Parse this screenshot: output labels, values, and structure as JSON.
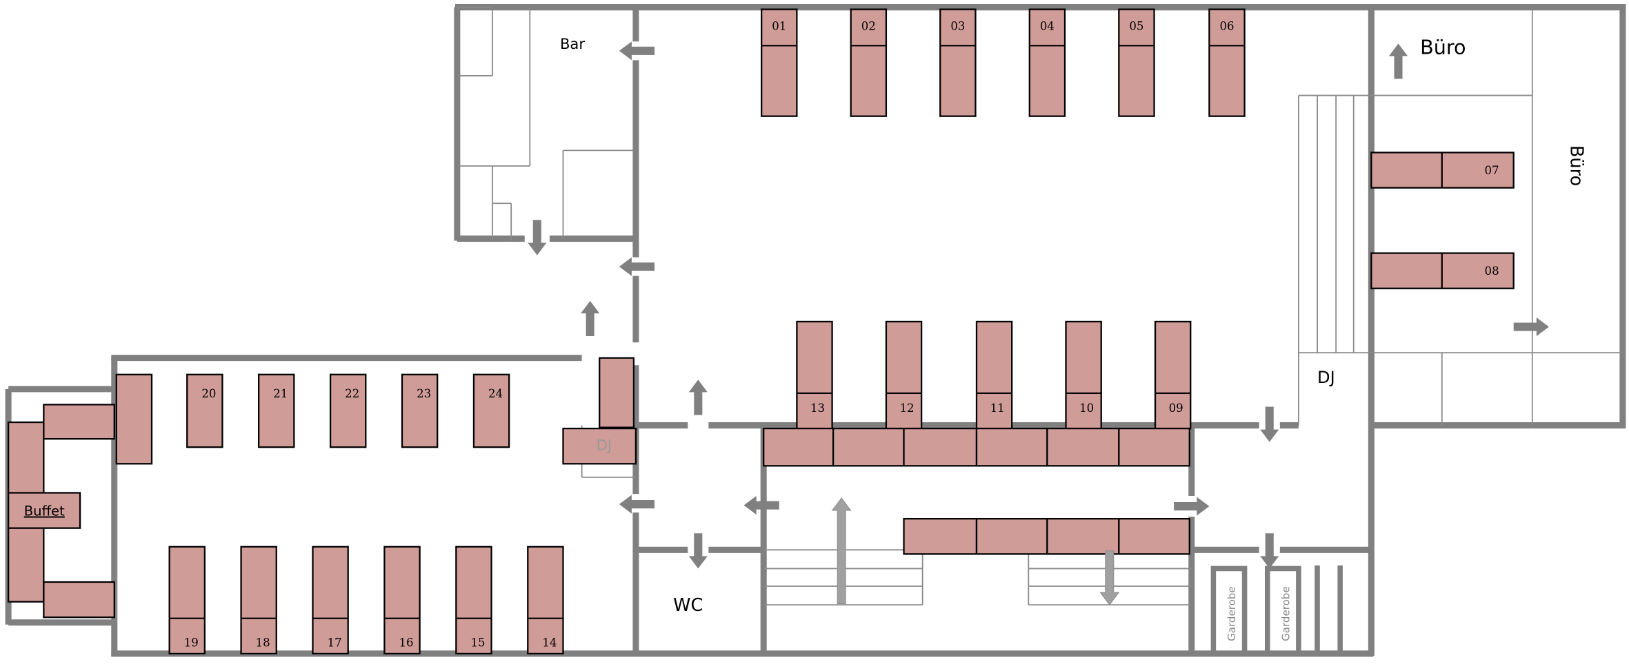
{
  "plan": {
    "labels": {
      "bar": "Bar",
      "office_top": "Büro",
      "office_side": "Büro",
      "dj_right": "DJ",
      "dj_left": "DJ",
      "wc": "WC",
      "buffet": "Buffet",
      "wardrobe_1": "Garderobe",
      "wardrobe_2": "Garderobe"
    },
    "tables": {
      "top_row": [
        "01",
        "02",
        "03",
        "04",
        "05",
        "06"
      ],
      "right_side": [
        "07",
        "08"
      ],
      "middle_row": [
        "13",
        "12",
        "11",
        "10",
        "09"
      ],
      "left_top_row": [
        "20",
        "21",
        "22",
        "23",
        "24"
      ],
      "left_bottom_row": [
        "19",
        "18",
        "17",
        "16",
        "15",
        "14"
      ]
    },
    "colors": {
      "table_fill": "#d09c98",
      "wall": "#808080",
      "arrow": "#808080"
    }
  }
}
